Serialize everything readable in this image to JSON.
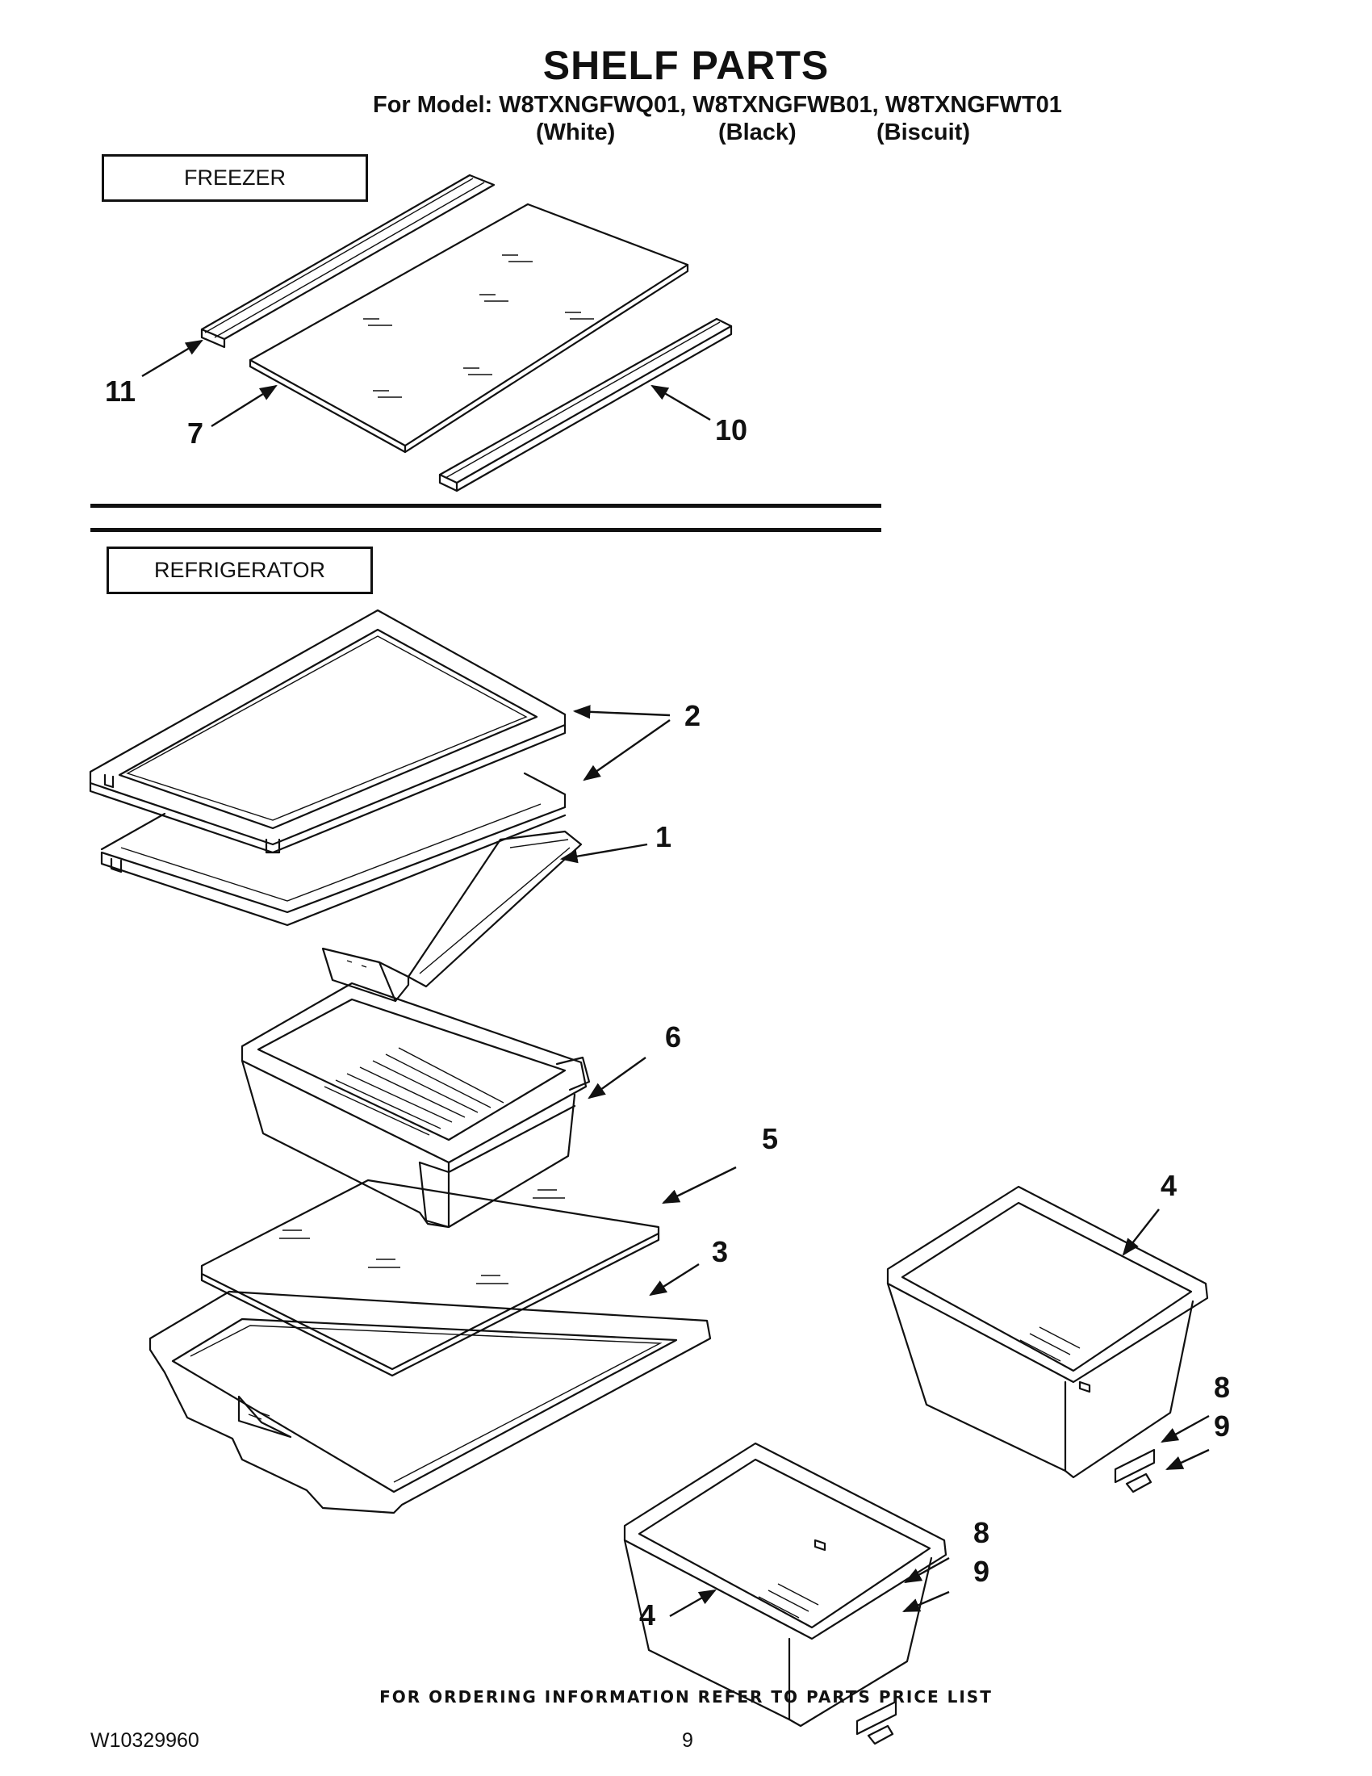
{
  "header": {
    "title": "SHELF PARTS",
    "model_line": "For Model: W8TXNGFWQ01, W8TXNGFWB01, W8TXNGFWT01",
    "colors": [
      "(White)",
      "(Black)",
      "(Biscuit)"
    ]
  },
  "sections": {
    "freezer": "FREEZER",
    "refrigerator": "REFRIGERATOR"
  },
  "callouts": {
    "c11": "11",
    "c7": "7",
    "c10": "10",
    "c2": "2",
    "c1": "1",
    "c6": "6",
    "c5": "5",
    "c3": "3",
    "c4a": "4",
    "c4b": "4",
    "c8a": "8",
    "c9a": "9",
    "c8b": "8",
    "c9b": "9"
  },
  "footer": {
    "note": "FOR ORDERING INFORMATION REFER TO PARTS PRICE LIST",
    "doc_number": "W10329960",
    "page_number": "9"
  }
}
